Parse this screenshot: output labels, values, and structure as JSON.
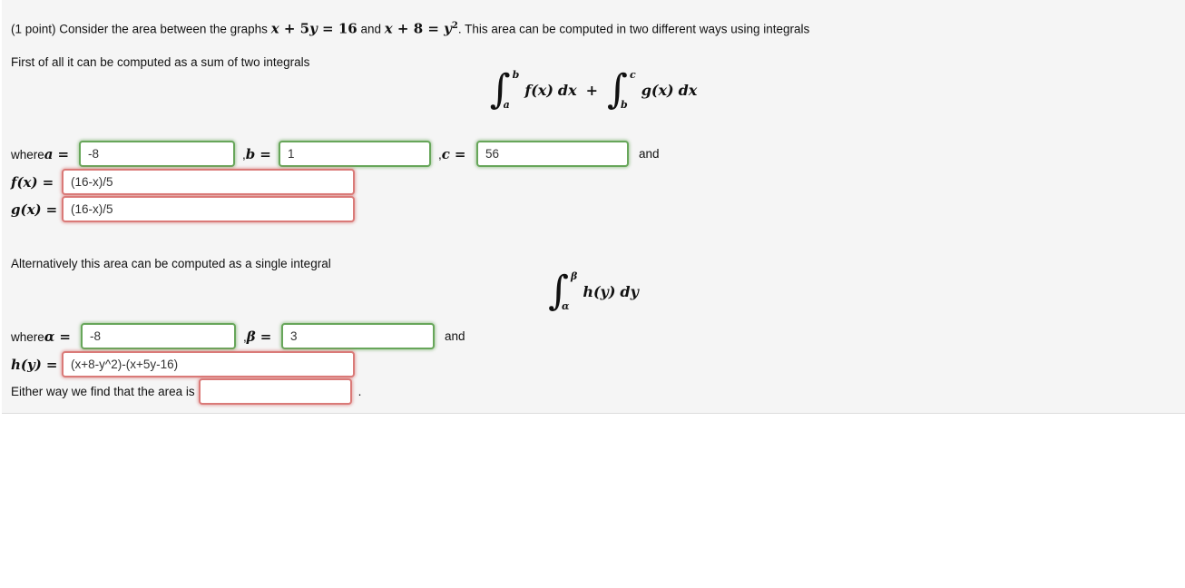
{
  "colors": {
    "panel_bg": "#f5f5f5",
    "panel_border": "#dcdcdc",
    "correct_border": "#67a65a",
    "incorrect_border": "#da7a78"
  },
  "panel": {
    "statement": {
      "pre": "(1 point) Consider the area between the graphs ",
      "eq1": {
        "x": "x",
        "plus5": " + 5",
        "y": "y",
        "eq16": " = 16"
      },
      "and_word": " and ",
      "eq2": {
        "x": "x",
        "plus8": " + 8 = ",
        "y": "y",
        "sup": "2"
      },
      "post": ". This area can be computed in two different ways using integrals"
    },
    "sum_intro": "First of all it can be computed as a sum of two integrals",
    "formula1": {
      "int1": {
        "upper": "b",
        "lower": "a",
        "body": "f(x)",
        "d": "dx"
      },
      "plus": "+",
      "int2": {
        "upper": "c",
        "lower": "b",
        "body": "g(x)",
        "d": "dx"
      }
    },
    "row_abc": {
      "where": "where ",
      "a_var": "a",
      "b_var": "b",
      "c_var": "c",
      "equals": "=",
      "comma": ", ",
      "a_value": "-8",
      "a_status": "correct",
      "b_value": "1",
      "b_status": "correct",
      "c_value": "56",
      "c_status": "correct",
      "and_word": "and"
    },
    "row_f": {
      "label": "f(x)",
      "equals": "=",
      "value": "(16-x)/5",
      "status": "incorrect"
    },
    "row_g": {
      "label": "g(x)",
      "equals": "=",
      "value": "(16-x)/5",
      "status": "incorrect"
    },
    "single_intro": "Alternatively this area can be computed as a single integral",
    "formula2": {
      "int": {
        "upper": "β",
        "lower": "α",
        "body": "h(y)",
        "d": "dy"
      }
    },
    "row_greek": {
      "where": "where ",
      "alpha_var": "α",
      "beta_var": "β",
      "equals": "=",
      "comma": ", ",
      "alpha_value": "-8",
      "alpha_status": "correct",
      "beta_value": "3",
      "beta_status": "correct",
      "and_word": "and"
    },
    "row_h": {
      "label": "h(y)",
      "equals": "=",
      "value": "(x+8-y^2)-(x+5y-16)",
      "status": "incorrect"
    },
    "row_area": {
      "label": "Either way we find that the area is",
      "value": "",
      "status": "incorrect",
      "period": "."
    }
  }
}
